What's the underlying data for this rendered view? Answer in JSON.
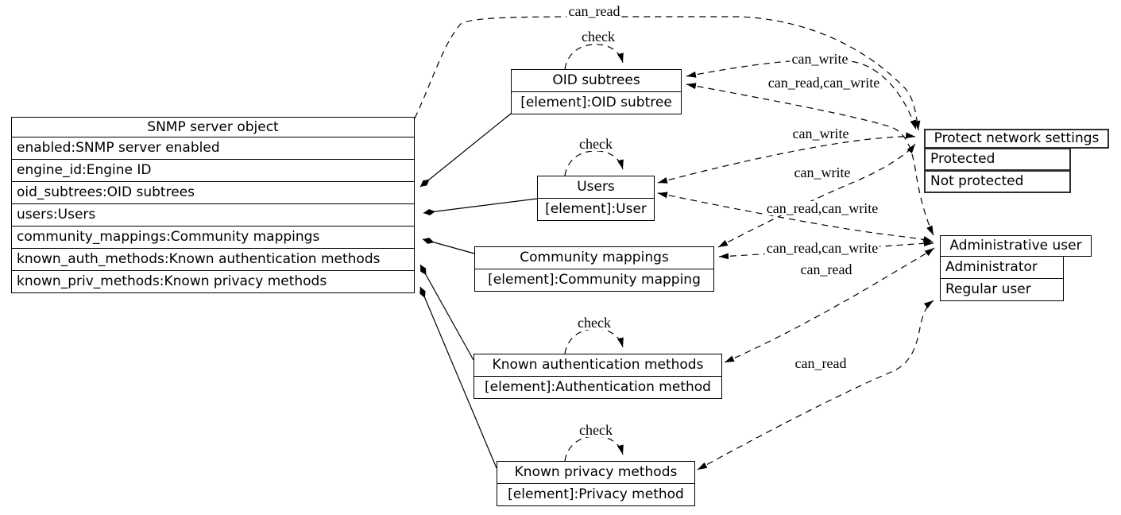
{
  "diagram": {
    "nodes": {
      "snmp_server_object": {
        "title": "SNMP server object",
        "rows": [
          "enabled:SNMP server enabled",
          "engine_id:Engine ID",
          "oid_subtrees:OID subtrees",
          "users:Users",
          "community_mappings:Community mappings",
          "known_auth_methods:Known authentication methods",
          "known_priv_methods:Known privacy methods"
        ]
      },
      "oid_subtrees": {
        "title": "OID subtrees",
        "rows": [
          "[element]:OID subtree"
        ]
      },
      "users": {
        "title": "Users",
        "rows": [
          "[element]:User"
        ]
      },
      "community_mappings": {
        "title": "Community mappings",
        "rows": [
          "[element]:Community mapping"
        ]
      },
      "known_auth_methods": {
        "title": "Known authentication methods",
        "rows": [
          "[element]:Authentication method"
        ]
      },
      "known_priv_methods": {
        "title": "Known privacy methods",
        "rows": [
          "[element]:Privacy method"
        ]
      },
      "protect_network_settings": {
        "title": "Protect network settings",
        "rows": [
          "Protected",
          "Not protected"
        ]
      },
      "administrative_user": {
        "title": "Administrative user",
        "rows": [
          "Administrator",
          "Regular user"
        ]
      }
    },
    "edge_labels": {
      "snmp_can_read": "can_read",
      "oid_check": "check",
      "oid_can_write": "can_write",
      "oid_can_read_can_write": "can_read,can_write",
      "users_check": "check",
      "users_can_write": "can_write",
      "cm_can_write": "can_write",
      "users_can_read_can_write": "can_read,can_write",
      "cm_can_read_can_write": "can_read,can_write",
      "kam_can_read": "can_read",
      "kam_check": "check",
      "kpm_can_read": "can_read",
      "kpm_check": "check"
    },
    "colors": {
      "stroke": "#000000",
      "background": "#ffffff"
    }
  }
}
